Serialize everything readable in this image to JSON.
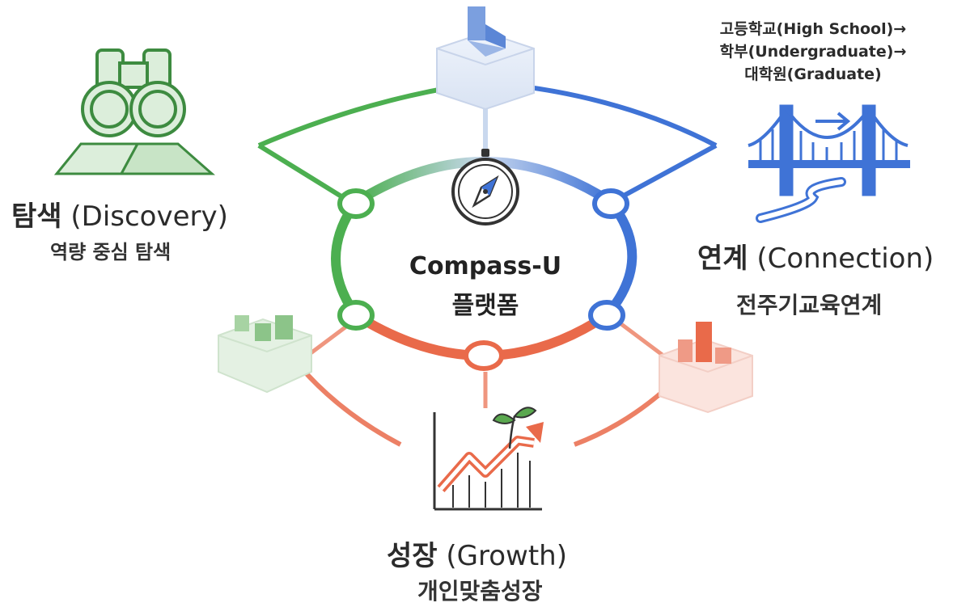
{
  "center": {
    "name": "Compass-U",
    "sub": "플랫폼"
  },
  "discovery": {
    "title_ko": "탐색",
    "title_en": "(Discovery)",
    "desc": "역량 중심 탐색"
  },
  "connection": {
    "title_ko": "연계",
    "title_en": "(Connection)",
    "desc": "전주기교육연계",
    "path": [
      "고등학교(High School)→",
      "학부(Undergraduate)→",
      "대학원(Graduate)"
    ]
  },
  "growth": {
    "title_ko": "성장",
    "title_en": "(Growth)",
    "desc": "개인맞춤성장"
  },
  "colors": {
    "green": "#4caf50",
    "blue": "#3f73d6",
    "orange": "#e96a4a"
  },
  "icons": [
    "binoculars-icon",
    "bridge-icon",
    "growth-chart-icon",
    "compass-icon"
  ]
}
